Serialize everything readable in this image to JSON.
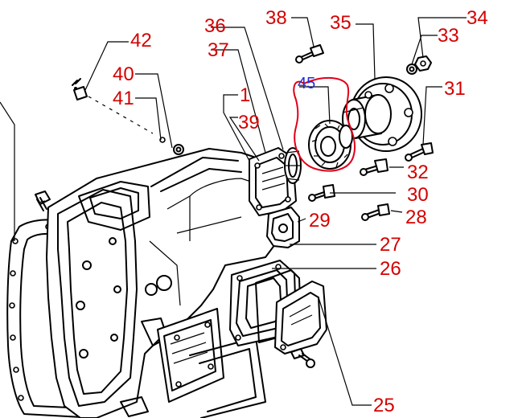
{
  "diagram": {
    "callouts": [
      {
        "id": "c42",
        "label": "42"
      },
      {
        "id": "c40",
        "label": "40"
      },
      {
        "id": "c41",
        "label": "41"
      },
      {
        "id": "c36",
        "label": "36"
      },
      {
        "id": "c37",
        "label": "37"
      },
      {
        "id": "c38",
        "label": "38"
      },
      {
        "id": "c35",
        "label": "35"
      },
      {
        "id": "c34",
        "label": "34"
      },
      {
        "id": "c33",
        "label": "33"
      },
      {
        "id": "c45",
        "label": "45"
      },
      {
        "id": "c31",
        "label": "31"
      },
      {
        "id": "c1",
        "label": "1"
      },
      {
        "id": "c39",
        "label": "39"
      },
      {
        "id": "c32",
        "label": "32"
      },
      {
        "id": "c30",
        "label": "30"
      },
      {
        "id": "c29",
        "label": "29"
      },
      {
        "id": "c28",
        "label": "28"
      },
      {
        "id": "c27",
        "label": "27"
      },
      {
        "id": "c26",
        "label": "26"
      },
      {
        "id": "c25",
        "label": "25"
      }
    ],
    "colors": {
      "callout": "#d40000",
      "highlight": "#1f2fd6",
      "circle": "#e0001b",
      "ink": "#000000"
    }
  }
}
